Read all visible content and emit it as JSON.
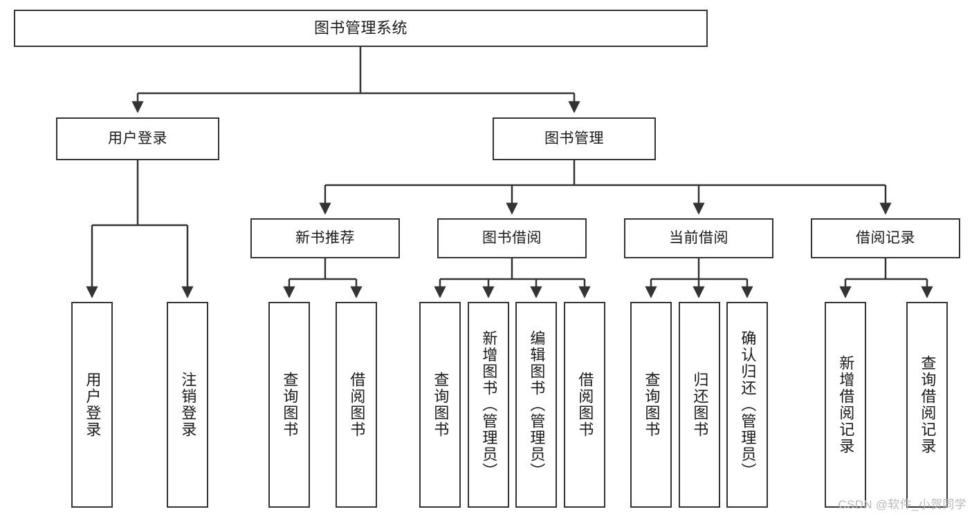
{
  "diagram": {
    "title": "图书管理系统",
    "type": "tree-hierarchy-chart",
    "root": {
      "id": "root",
      "label": "图书管理系统"
    },
    "level1": [
      {
        "id": "user-login",
        "label": "用户登录"
      },
      {
        "id": "book-management",
        "label": "图书管理"
      }
    ],
    "level2": [
      {
        "id": "new-book-recommend",
        "label": "新书推荐",
        "parent": "book-management"
      },
      {
        "id": "book-borrow",
        "label": "图书借阅",
        "parent": "book-management"
      },
      {
        "id": "current-borrow",
        "label": "当前借阅",
        "parent": "book-management"
      },
      {
        "id": "borrow-record",
        "label": "借阅记录",
        "parent": "book-management"
      }
    ],
    "leaves": [
      {
        "id": "leaf-user-login",
        "label": "用户登录",
        "parent": "user-login"
      },
      {
        "id": "leaf-logout-login",
        "label": "注销登录",
        "parent": "user-login"
      },
      {
        "id": "leaf-query-book-1",
        "label": "查询图书",
        "parent": "new-book-recommend"
      },
      {
        "id": "leaf-borrow-book-1",
        "label": "借阅图书",
        "parent": "new-book-recommend"
      },
      {
        "id": "leaf-query-book-2",
        "label": "查询图书",
        "parent": "book-borrow"
      },
      {
        "id": "leaf-add-book",
        "label": "新增图书（管理员）",
        "parent": "book-borrow"
      },
      {
        "id": "leaf-edit-book",
        "label": "编辑图书（管理员）",
        "parent": "book-borrow"
      },
      {
        "id": "leaf-borrow-book-2",
        "label": "借阅图书",
        "parent": "book-borrow"
      },
      {
        "id": "leaf-query-book-3",
        "label": "查询图书",
        "parent": "current-borrow"
      },
      {
        "id": "leaf-return-book",
        "label": "归还图书",
        "parent": "current-borrow"
      },
      {
        "id": "leaf-confirm-return",
        "label": "确认归还（管理员）",
        "parent": "current-borrow"
      },
      {
        "id": "leaf-add-record",
        "label": "新增借阅记录",
        "parent": "borrow-record"
      },
      {
        "id": "leaf-query-record",
        "label": "查询借阅记录",
        "parent": "borrow-record"
      }
    ]
  },
  "watermark": {
    "text": "CSDN @软件_小贺同学"
  },
  "colors": {
    "border": "#333333",
    "text": "#1a1a1a",
    "background": "#ffffff",
    "watermark": "#b9b9b9"
  }
}
